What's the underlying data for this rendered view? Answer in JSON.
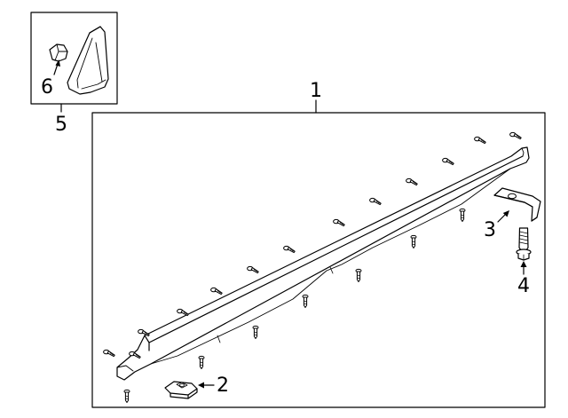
{
  "callouts": {
    "c1": "1",
    "c2": "2",
    "c3": "3",
    "c4": "4",
    "c5": "5",
    "c6": "6"
  },
  "colors": {
    "line": "#000000",
    "fill": "#ffffff"
  },
  "parts": {
    "screw_icon": "screw-icon",
    "clip_icon": "clip-icon",
    "bracket_icon": "bracket-icon",
    "bolt_icon": "bolt-icon"
  }
}
